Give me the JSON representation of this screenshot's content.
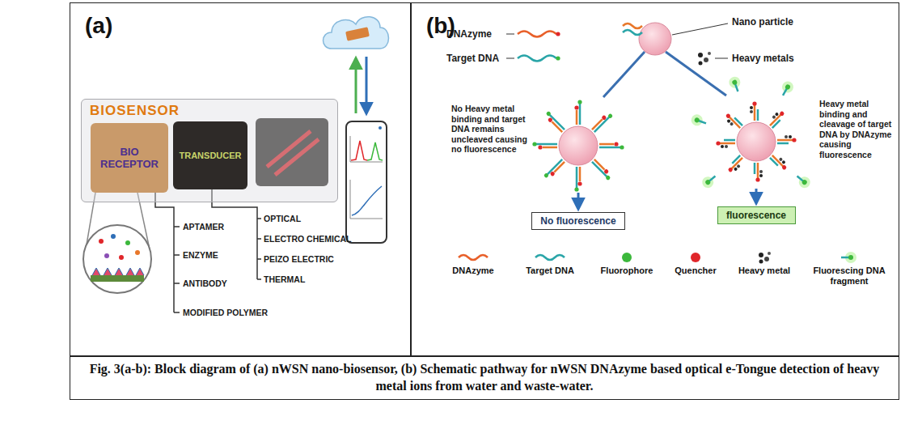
{
  "diagram": {
    "caption": "Fig. 3(a-b): Block diagram of (a) nWSN nano-biosensor, (b) Schematic pathway for nWSN DNAzyme based optical e-Tongue detection of heavy metal ions from water and waste-water.",
    "nodes": [
      {
        "text": [
          "(a)"
        ]
      },
      {
        "text": [
          "BIOSENSOR"
        ],
        "in": 0
      },
      {
        "text": [
          "BIO RECEPTOR"
        ],
        "in": 1
      },
      {
        "text": [
          "TRANSDUCER"
        ],
        "in": 1
      },
      {
        "text": [
          "(b)"
        ]
      },
      {
        "text": [
          "No fluorescence"
        ],
        "in": 4
      },
      {
        "text": [
          "fluorescence"
        ],
        "in": 4
      }
    ],
    "labels": [
      "APTAMER",
      "ENZYME",
      "ANTIBODY",
      "MODIFIED POLYMER",
      "OPTICAL",
      "ELECTRO CHEMICAL",
      "PEIZO ELECTRIC",
      "THERMAL",
      "DNAzyme",
      "Target DNA",
      "Nano particle",
      "Heavy metals",
      "No Heavy metal binding and target DNA remains uncleaved causing no fluorescence",
      "Heavy metal binding and cleavage of target DNA by DNAzyme causing fluorescence"
    ],
    "legend": [
      {
        "text": "DNAzyme"
      },
      {
        "text": "Target DNA"
      },
      {
        "text": "Fluorophore",
        "color": "#3cb83c"
      },
      {
        "text": "Quencher",
        "color": "#e0262a"
      },
      {
        "text": "Heavy metal"
      },
      {
        "text": "Fluorescing DNA fragment"
      }
    ]
  }
}
